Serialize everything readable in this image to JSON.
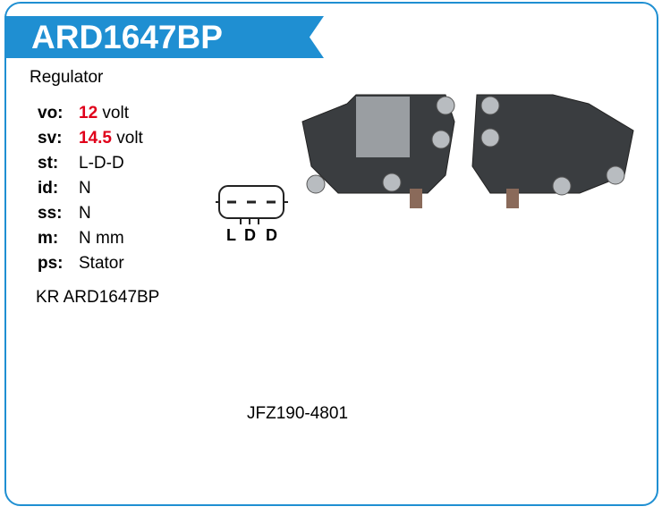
{
  "title": "ARD1647BP",
  "type": "Regulator",
  "specs": [
    {
      "key": "vo:",
      "value": "12",
      "unit": "volt"
    },
    {
      "key": "sv:",
      "value": "14.5",
      "unit": "volt"
    },
    {
      "key": "st:",
      "value": "L-D-D"
    },
    {
      "key": "id:",
      "value": "N"
    },
    {
      "key": "ss:",
      "value": "N"
    },
    {
      "key": "m:",
      "value": "N mm"
    },
    {
      "key": "ps:",
      "value": "Stator"
    }
  ],
  "kr": "KR ARD1647BP",
  "connector": {
    "pins": [
      "L",
      "D",
      "D"
    ]
  },
  "oe": "JFZ190-4801"
}
